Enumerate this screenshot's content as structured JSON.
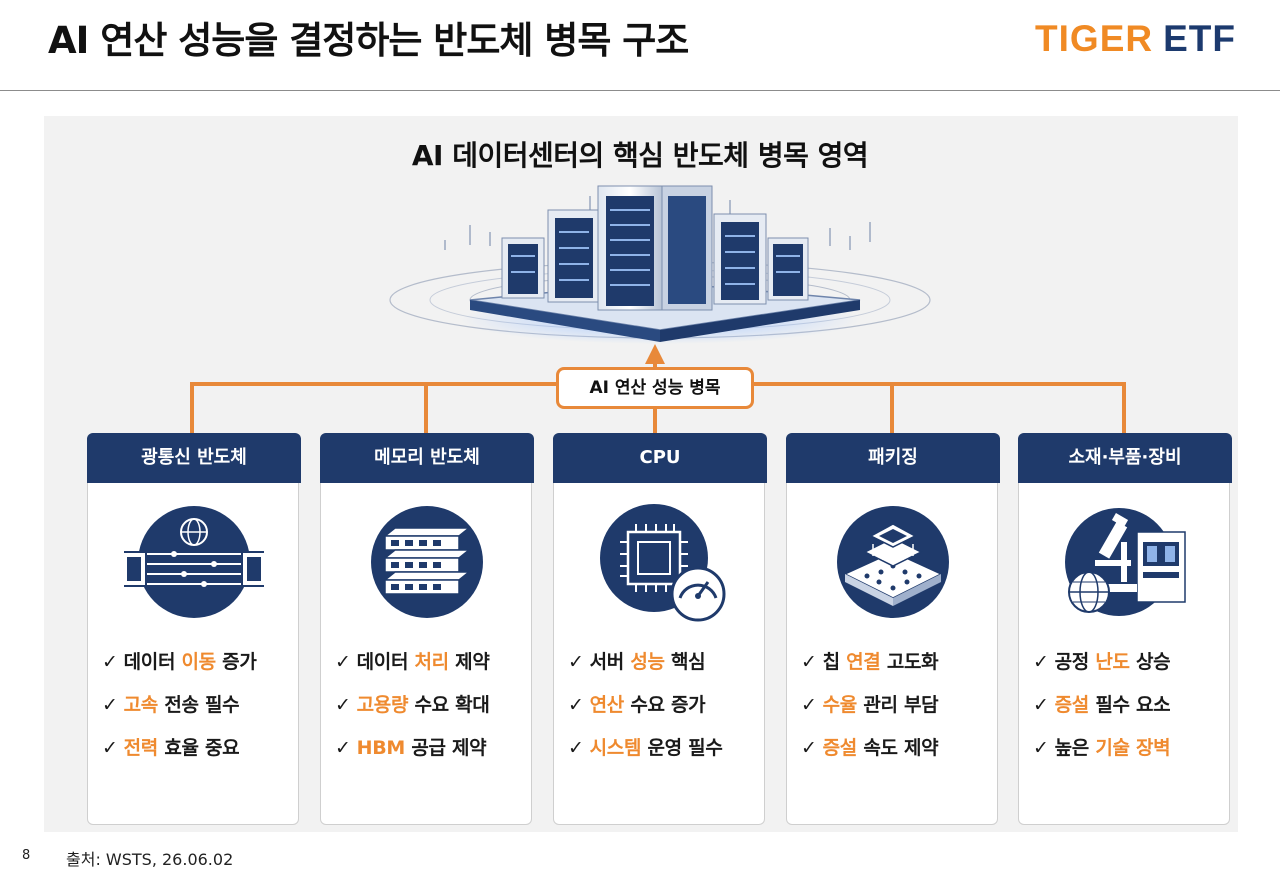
{
  "header": {
    "title": "AI 연산 성능을 결정하는 반도체 병목 구조",
    "logo_part1": "TIGER",
    "logo_part2": "ETF"
  },
  "diagram": {
    "subtitle": "AI 데이터센터의 핵심 반도체 병목 영역",
    "center_label": "AI 연산 성능 병목",
    "accent_color": "#ef8a2f",
    "header_color": "#1f3a6b",
    "cards": [
      {
        "title": "광통신 반도체",
        "icon": "optical-chip-globe-icon",
        "items": [
          {
            "highlight": "",
            "pre": "데이터 ",
            "hl": "이동",
            "post": " 증가"
          },
          {
            "pre": "",
            "hl": "고속",
            "post": " 전송 필수"
          },
          {
            "pre": "",
            "hl": "전력",
            "post": " 효율 중요"
          }
        ]
      },
      {
        "title": "메모리 반도체",
        "icon": "memory-stack-icon",
        "items": [
          {
            "pre": "데이터 ",
            "hl": "처리",
            "post": " 제약"
          },
          {
            "pre": "",
            "hl": "고용량",
            "post": " 수요 확대"
          },
          {
            "pre": "",
            "hl": "HBM",
            "post": " 공급 제약"
          }
        ]
      },
      {
        "title": "CPU",
        "icon": "cpu-gauge-icon",
        "items": [
          {
            "pre": "서버 ",
            "hl": "성능",
            "post": " 핵심"
          },
          {
            "pre": "",
            "hl": "연산",
            "post": " 수요 증가"
          },
          {
            "pre": "",
            "hl": "시스템",
            "post": " 운영 필수"
          }
        ]
      },
      {
        "title": "패키징",
        "icon": "chip-package-icon",
        "items": [
          {
            "pre": "칩 ",
            "hl": "연결",
            "post": " 고도화"
          },
          {
            "pre": "",
            "hl": "수율",
            "post": " 관리 부담"
          },
          {
            "pre": "",
            "hl": "증설",
            "post": " 속도 제약"
          }
        ]
      },
      {
        "title": "소재·부품·장비",
        "icon": "microscope-equipment-icon",
        "items": [
          {
            "pre": "공정 ",
            "hl": "난도",
            "post": " 상승"
          },
          {
            "pre": "",
            "hl": "증설",
            "post": " 필수 요소"
          },
          {
            "pre": "높은 ",
            "hl": "기술 장벽",
            "post": ""
          }
        ]
      }
    ]
  },
  "footer": {
    "page": "8",
    "source": "출처: WSTS, 26.06.02"
  }
}
